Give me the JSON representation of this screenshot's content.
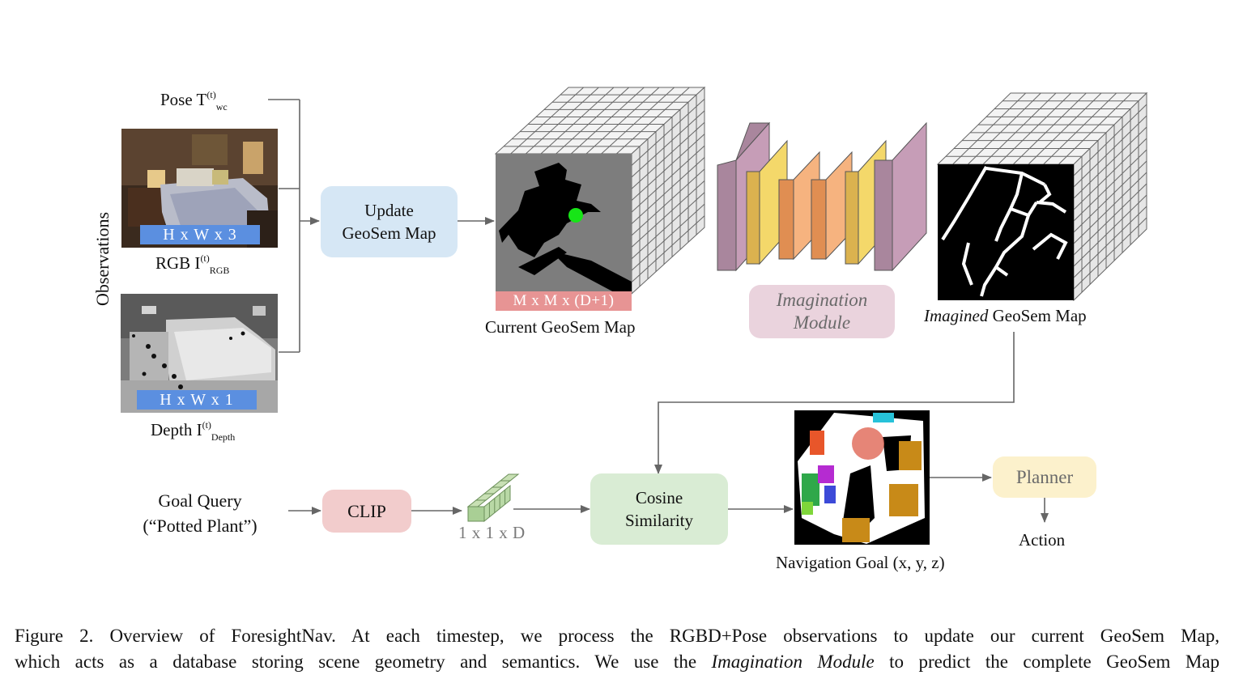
{
  "inputs": {
    "pose_label": "Pose T",
    "pose_sup": "(t)",
    "pose_sub": "wc",
    "observations_label": "Observations",
    "rgb_tag": "H x W x 3",
    "rgb_label": "RGB I",
    "rgb_sup": "(t)",
    "rgb_sub": "RGB",
    "depth_tag": "H x W x 1",
    "depth_label": "Depth I",
    "depth_sup": "(t)",
    "depth_sub": "Depth"
  },
  "update_box": {
    "line1": "Update",
    "line2": "GeoSem Map"
  },
  "current_map": {
    "dims": "M x M x (D+1)",
    "label": "Current GeoSem Map"
  },
  "imagination_box": {
    "line1": "Imagination",
    "line2": "Module"
  },
  "imagined_map": {
    "label_italic": "Imagined",
    "label_rest": " GeoSem Map"
  },
  "goal": {
    "line1": "Goal Query",
    "line2": "(“Potted Plant”)"
  },
  "clip_box": {
    "label": "CLIP"
  },
  "embedding": {
    "dims": "1 x 1 x D"
  },
  "cosine_box": {
    "line1": "Cosine",
    "line2": "Similarity"
  },
  "nav_goal": {
    "label": "Navigation Goal (x, y, z)"
  },
  "planner_box": {
    "label": "Planner"
  },
  "action": {
    "label": "Action"
  },
  "caption": {
    "line1": "Figure 2.  Overview of ForesightNav.  At each timestep, we process the RGBD+Pose observations to update our current GeoSem Map,",
    "line2_a": "which acts as a database storing scene geometry and semantics.  We use the ",
    "line2_italic": "Imagination Module",
    "line2_b": " to predict the complete GeoSem Map"
  },
  "colors": {
    "update_box": "#d6e7f5",
    "imagination_box": "#ead3dd",
    "clip_box": "#f2cccc",
    "cosine_box": "#d9ecd4",
    "planner_box": "#fcf1cc",
    "tag_blue": "#5b8fe0",
    "tag_red": "#e79494",
    "layer_mauve": "#a9869d",
    "layer_gold": "#dbb24f",
    "layer_orange": "#ec9f63"
  }
}
